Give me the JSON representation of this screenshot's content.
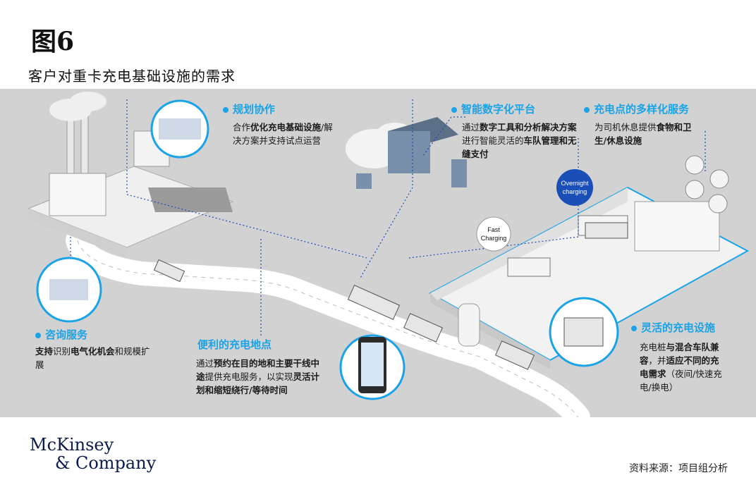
{
  "figure": {
    "number": "图6",
    "title": "客户对重卡充电基础设施的需求"
  },
  "callouts": {
    "planning": {
      "title": "规划协作",
      "segments": [
        {
          "t": "合作",
          "b": false
        },
        {
          "t": "优化充电基础设施",
          "b": true
        },
        {
          "t": "/解决方案并支持试点运营",
          "b": false
        }
      ]
    },
    "platform": {
      "title": "智能数字化平台",
      "segments": [
        {
          "t": "通过",
          "b": false
        },
        {
          "t": "数字工具和分析解决方案",
          "b": true
        },
        {
          "t": "进行智能灵活的",
          "b": false
        },
        {
          "t": "车队管理和无缝支付",
          "b": true
        }
      ]
    },
    "services": {
      "title": "充电点的多样化服务",
      "segments": [
        {
          "t": "为司机休息提供",
          "b": false
        },
        {
          "t": "食物和卫生/休息设施",
          "b": true
        }
      ]
    },
    "consulting": {
      "title": "咨询服务",
      "segments": [
        {
          "t": "支持",
          "b": true
        },
        {
          "t": "识别",
          "b": false
        },
        {
          "t": "电气化机会",
          "b": true
        },
        {
          "t": "和规模扩展",
          "b": false
        }
      ]
    },
    "location": {
      "title": "便利的充电地点",
      "segments": [
        {
          "t": "通过",
          "b": false
        },
        {
          "t": "预约在目的地和主要干线中途",
          "b": true
        },
        {
          "t": "提供充电服务，以实现",
          "b": false
        },
        {
          "t": "灵活计划和缩短绕行/等待时间",
          "b": true
        }
      ]
    },
    "flexible": {
      "title": "灵活的充电设施",
      "segments": [
        {
          "t": "充电桩",
          "b": false
        },
        {
          "t": "与混合车队兼容",
          "b": true
        },
        {
          "t": "，并",
          "b": false
        },
        {
          "t": "适应不同的充电需求",
          "b": true
        },
        {
          "t": "（夜间/快速充电/换电）",
          "b": false
        }
      ]
    }
  },
  "signs": {
    "fast": "Fast Charging",
    "overnight": "Overnight charging"
  },
  "colors": {
    "accent": "#1aa3e6",
    "panel": "#d2d2d2",
    "road": "#ffffff"
  },
  "footer": {
    "logo_line1": "McKinsey",
    "logo_line2": "& Company",
    "source": "资料来源：项目组分析"
  }
}
